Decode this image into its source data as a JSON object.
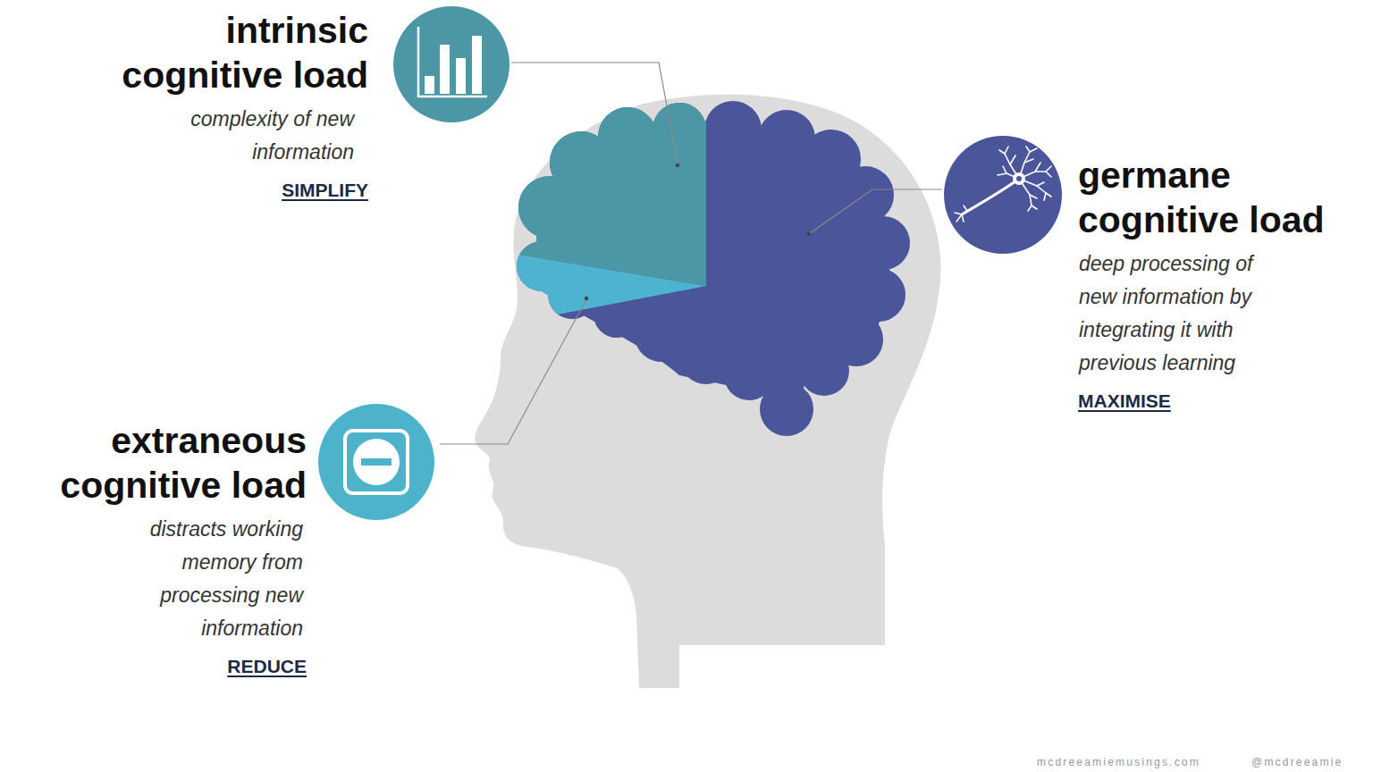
{
  "diagram": {
    "nodes": [
      {
        "text": [
          "intrinsic cognitive load",
          "complexity of new information",
          "SIMPLIFY"
        ]
      },
      {
        "text": [
          "germane cognitive load",
          "deep processing of new information by integrating it with previous learning",
          "MAXIMISE"
        ]
      },
      {
        "text": [
          "extraneous cognitive load",
          "distracts working memory from processing new information",
          "REDUCE"
        ]
      }
    ],
    "labels": [
      "mcdreeamiemusings.com",
      "@mcdreeamie"
    ]
  }
}
